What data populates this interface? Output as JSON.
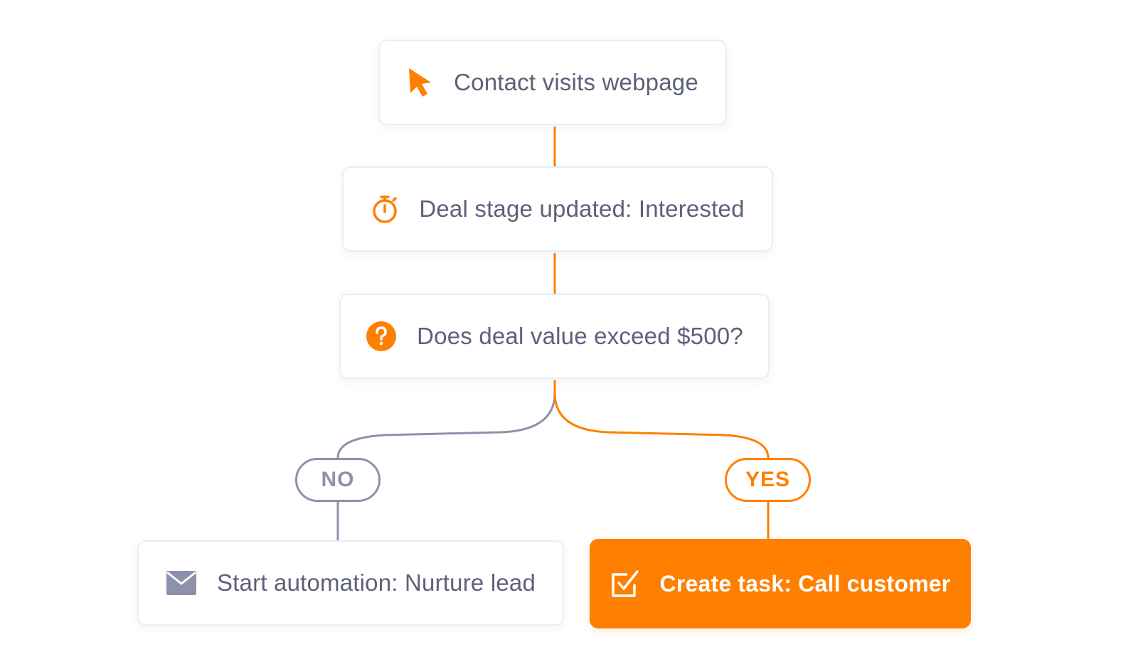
{
  "colors": {
    "accent": "#ff7f00",
    "neutral": "#8d92aa",
    "text": "#5d6079",
    "card_border": "#e8edf8"
  },
  "nodes": {
    "trigger": {
      "label": "Contact visits webpage",
      "icon": "cursor-arrow-icon"
    },
    "stage": {
      "label": "Deal stage updated: Interested",
      "icon": "stopwatch-icon"
    },
    "question": {
      "label": "Does deal value exceed $500?",
      "icon": "question-mark-icon"
    },
    "nurture": {
      "label": "Start automation: Nurture lead",
      "icon": "envelope-icon"
    },
    "task": {
      "label": "Create task: Call customer",
      "icon": "checkbox-check-icon"
    }
  },
  "branches": {
    "no": "NO",
    "yes": "YES"
  }
}
